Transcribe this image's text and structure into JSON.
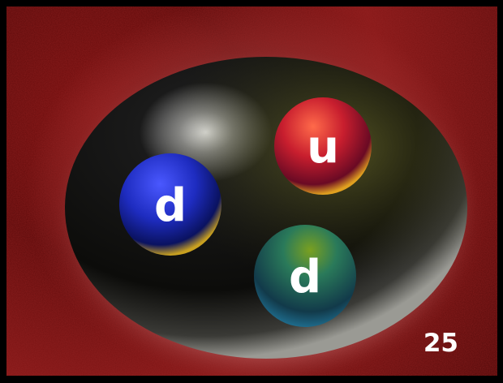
{
  "quarks": [
    {
      "label": "u",
      "color": "#c0202a"
    },
    {
      "label": "d",
      "color": "#2030c8"
    },
    {
      "label": "d",
      "color": "#1f7a5a"
    }
  ],
  "page_number": "25",
  "colors": {
    "background": "#7a1010",
    "proton_body": "#0a0a0a",
    "frame": "#000000",
    "label_text": "#ffffff"
  }
}
